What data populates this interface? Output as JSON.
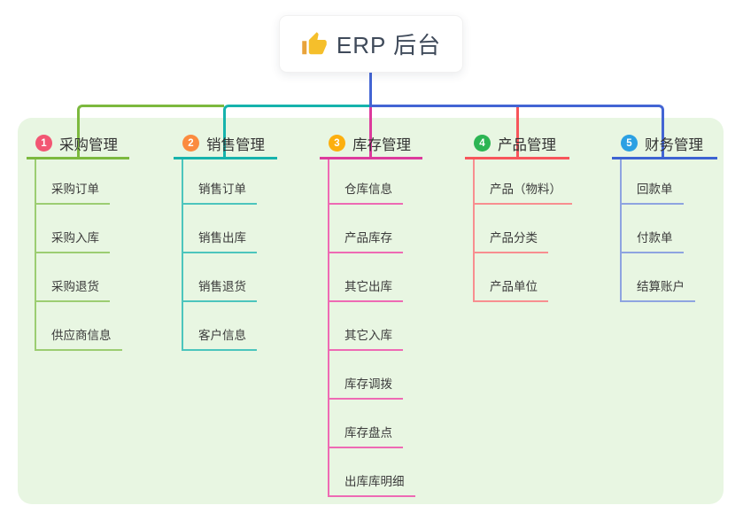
{
  "root": {
    "label": "ERP 后台",
    "icon": "thumbs-up"
  },
  "colors": {
    "root_connector": "#4365d4",
    "panel_bg": "#e8f6e2",
    "root_text": "#3f4a5a"
  },
  "branches": [
    {
      "badge": "1",
      "badge_color": "#f25673",
      "line_color": "#7cb93e",
      "child_line_color": "#9ccd72",
      "title": "采购管理",
      "children": [
        "采购订单",
        "采购入库",
        "采购退货",
        "供应商信息"
      ]
    },
    {
      "badge": "2",
      "badge_color": "#fb8b3f",
      "line_color": "#16b3ac",
      "child_line_color": "#4cc5bd",
      "title": "销售管理",
      "children": [
        "销售订单",
        "销售出库",
        "销售退货",
        "客户信息"
      ]
    },
    {
      "badge": "3",
      "badge_color": "#fcaf0e",
      "line_color": "#dc3a9c",
      "child_line_color": "#ee6ab4",
      "title": "库存管理",
      "children": [
        "仓库信息",
        "产品库存",
        "其它出库",
        "其它入库",
        "库存调拨",
        "库存盘点",
        "出库库明细"
      ]
    },
    {
      "badge": "4",
      "badge_color": "#2cb553",
      "line_color": "#f7555a",
      "child_line_color": "#f88e90",
      "title": "产品管理",
      "children": [
        "产品（物料）",
        "产品分类",
        "产品单位"
      ]
    },
    {
      "badge": "5",
      "badge_color": "#2ba0e3",
      "line_color": "#3d63d2",
      "child_line_color": "#8ea4e0",
      "title": "财务管理",
      "children": [
        "回款单",
        "付款单",
        "结算账户"
      ]
    }
  ]
}
